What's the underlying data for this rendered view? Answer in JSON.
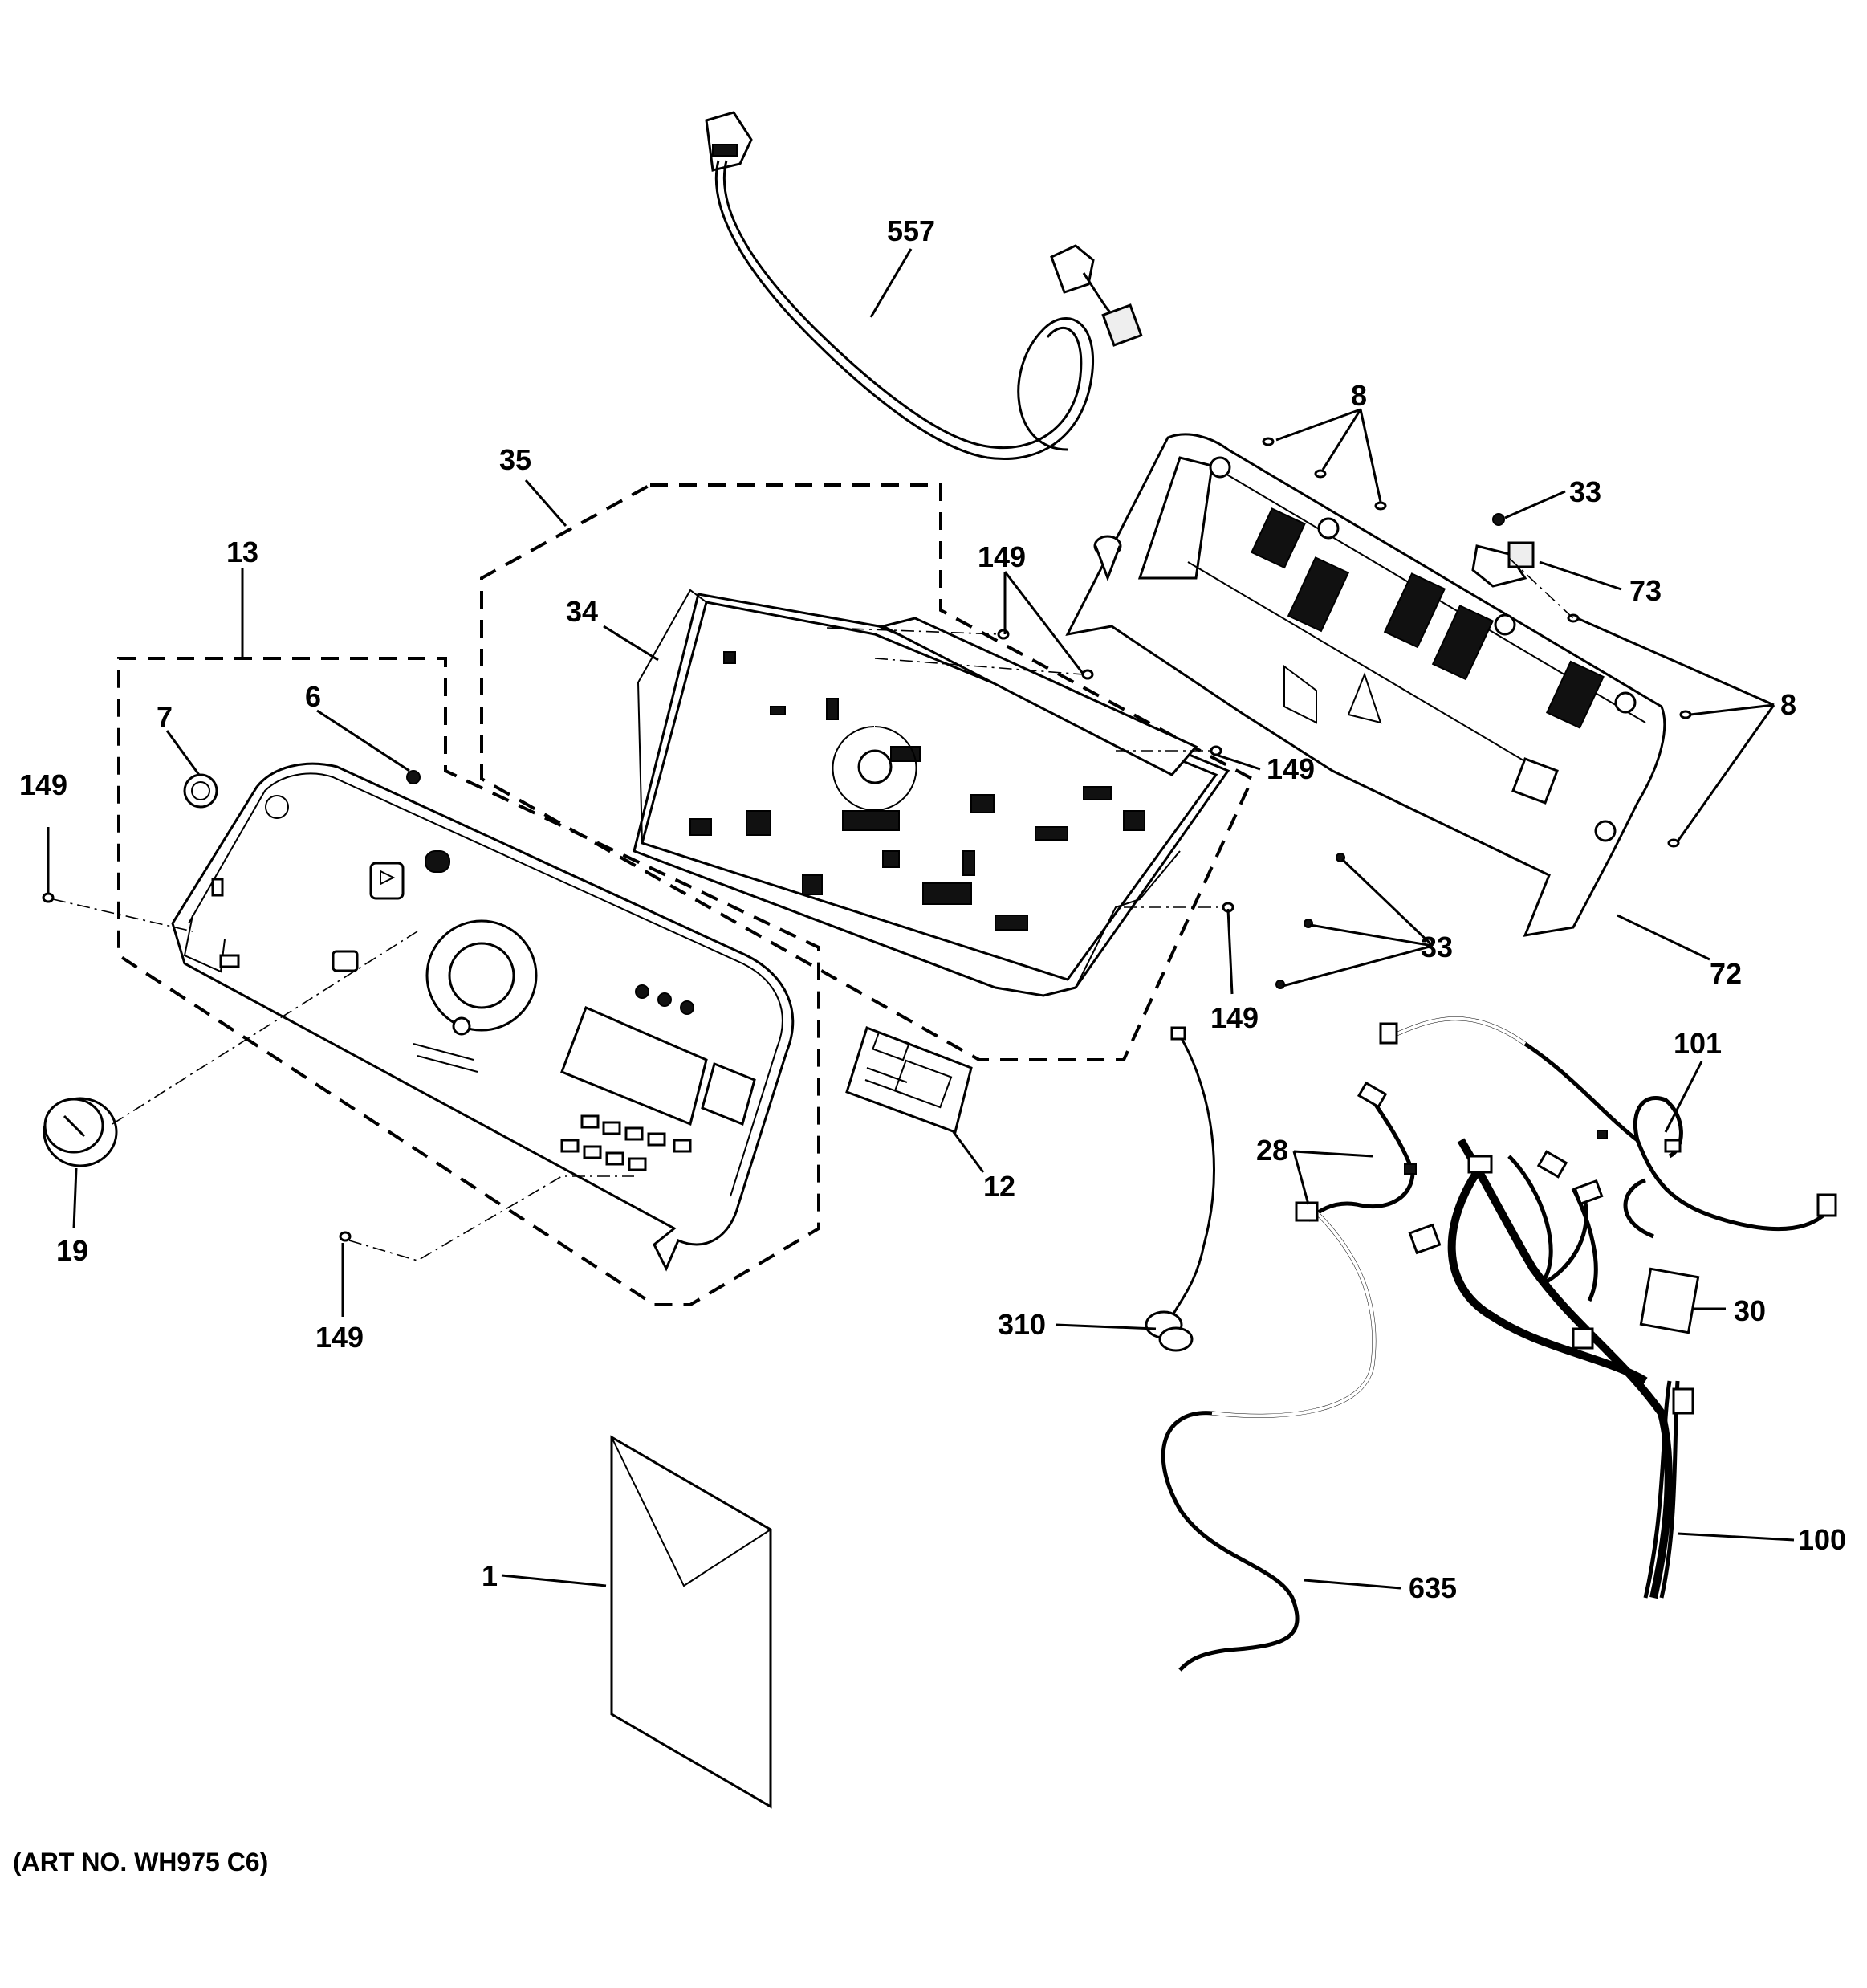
{
  "art_number": "(ART NO. WH975 C6)",
  "callouts": {
    "c557": "557",
    "c35": "35",
    "c13": "13",
    "c34": "34",
    "c149a": "149",
    "c149b": "149",
    "c149c": "149",
    "c149d": "149",
    "c149e": "149",
    "c7": "7",
    "c6": "6",
    "c8a": "8",
    "c8b": "8",
    "c33a": "33",
    "c33b": "33",
    "c73": "73",
    "c72": "72",
    "c101": "101",
    "c28": "28",
    "c12": "12",
    "c19": "19",
    "c310": "310",
    "c30": "30",
    "c100": "100",
    "c1": "1",
    "c635": "635"
  }
}
